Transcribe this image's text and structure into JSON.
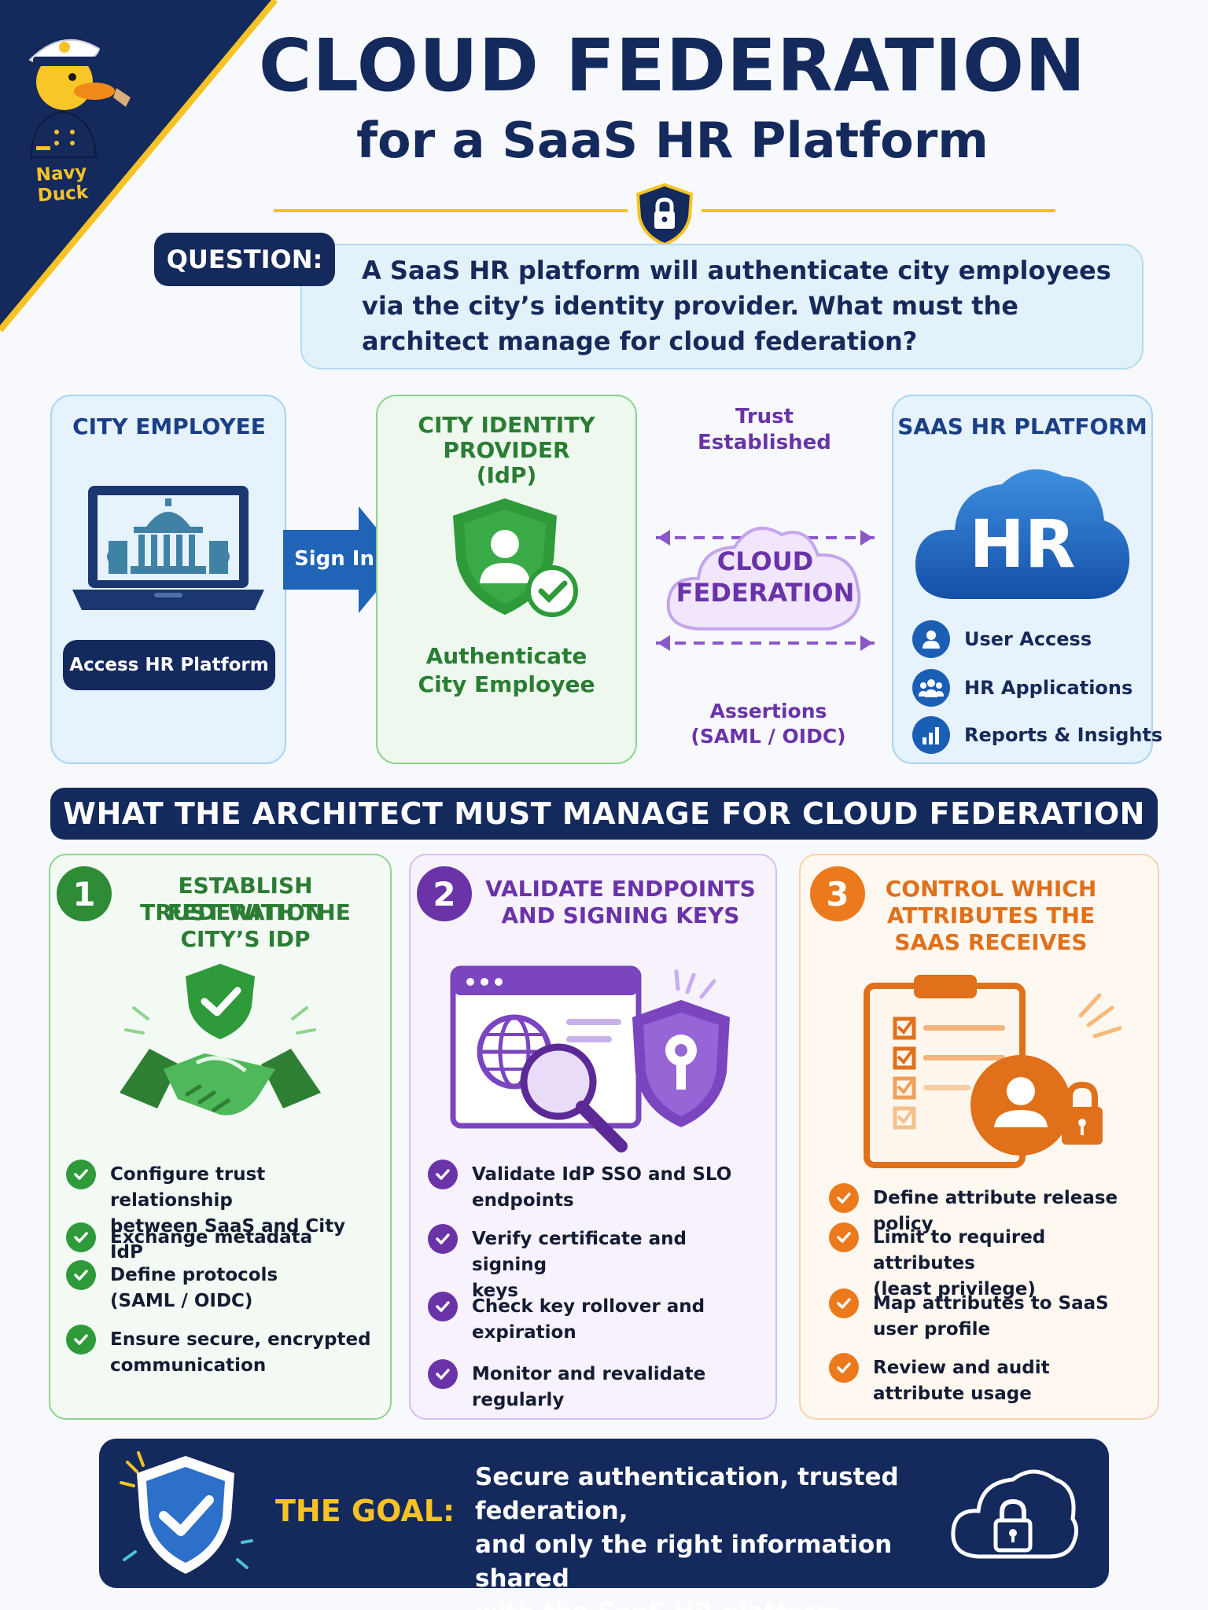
{
  "brand": {
    "name": "Navy Duck"
  },
  "title": {
    "line1": "CLOUD FEDERATION",
    "line2": "for a SaaS HR Platform"
  },
  "question": {
    "label": "QUESTION:",
    "text": "A SaaS HR platform will authenticate city employees via the city’s identity provider. What must the architect manage for cloud federation?"
  },
  "flow": {
    "employee": {
      "title": "CITY EMPLOYEE",
      "button": "Access HR Platform"
    },
    "arrow": {
      "label": "Sign In"
    },
    "idp": {
      "title_line1": "CITY IDENTITY",
      "title_line2": "PROVIDER",
      "title_line3": "(IdP)",
      "caption_line1": "Authenticate",
      "caption_line2": "City Employee"
    },
    "federation": {
      "trust_line1": "Trust",
      "trust_line2": "Established",
      "cloud_line1": "CLOUD",
      "cloud_line2": "FEDERATION",
      "assert_line1": "Assertions",
      "assert_line2": "(SAML / OIDC)"
    },
    "saas": {
      "title": "SAAS HR PLATFORM",
      "cloud_label": "HR",
      "items": [
        "User Access",
        "HR Applications",
        "Reports & Insights"
      ]
    }
  },
  "section_title": "WHAT THE ARCHITECT MUST MANAGE FOR CLOUD FEDERATION",
  "steps": [
    {
      "number": "1",
      "title_lines": [
        "ESTABLISH FEDERATION",
        "TRUST WITH THE",
        "CITY’S IDP"
      ],
      "items": [
        [
          "Configure trust relationship",
          "between SaaS and City IdP"
        ],
        [
          "Exchange metadata"
        ],
        [
          "Define protocols",
          "(SAML / OIDC)"
        ],
        [
          "Ensure secure, encrypted",
          "communication"
        ]
      ]
    },
    {
      "number": "2",
      "title_lines": [
        "VALIDATE ENDPOINTS",
        "AND SIGNING KEYS"
      ],
      "items": [
        [
          "Validate IdP SSO and SLO",
          "endpoints"
        ],
        [
          "Verify certificate and signing",
          "keys"
        ],
        [
          "Check key rollover and",
          "expiration"
        ],
        [
          "Monitor and revalidate regularly"
        ]
      ]
    },
    {
      "number": "3",
      "title_lines": [
        "CONTROL WHICH",
        "ATTRIBUTES THE",
        "SAAS RECEIVES"
      ],
      "items": [
        [
          "Define attribute release policy"
        ],
        [
          "Limit to required attributes",
          "(least privilege)"
        ],
        [
          "Map attributes to SaaS",
          "user profile"
        ],
        [
          "Review and audit",
          "attribute usage"
        ]
      ]
    }
  ],
  "goal": {
    "label": "THE GOAL:",
    "text_lines": [
      "Secure authentication, trusted federation,",
      "and only the right information shared",
      "with the SaaS HR platform."
    ]
  },
  "colors": {
    "navy": "#14295c",
    "gold": "#f6c226",
    "green": "#2e9a3a",
    "purple": "#6a33a8",
    "orange": "#ec7a1c",
    "blue": "#1b5fb5"
  },
  "icons": [
    "duck-mascot-icon",
    "lock-shield-icon",
    "laptop-city-hall-icon",
    "arrow-right-icon",
    "shield-user-check-icon",
    "cloud-icon",
    "user-icon",
    "users-icon",
    "bar-chart-icon",
    "handshake-shield-icon",
    "browser-globe-magnifier-icon",
    "key-shield-icon",
    "clipboard-checklist-icon",
    "user-lock-icon",
    "check-shield-icon",
    "cloud-lock-icon"
  ]
}
